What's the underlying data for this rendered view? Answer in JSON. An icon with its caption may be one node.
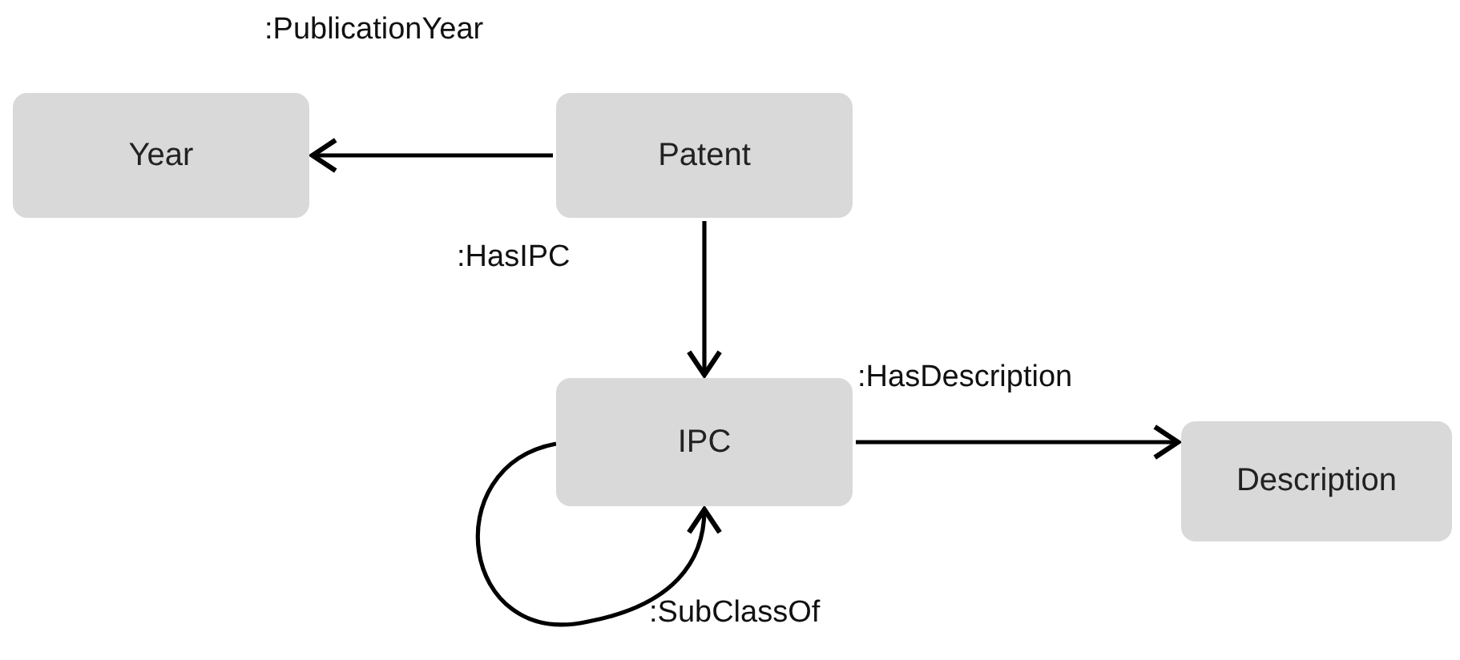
{
  "diagram": {
    "nodes": [
      {
        "text": [
          "Year"
        ]
      },
      {
        "text": [
          "Patent"
        ]
      },
      {
        "text": [
          "IPC"
        ]
      },
      {
        "text": [
          "Description"
        ]
      }
    ],
    "edges": [
      {
        "from": 1,
        "to": 0,
        "arrow": "to",
        "label": ":PublicationYear"
      },
      {
        "from": 1,
        "to": 2,
        "arrow": "to",
        "label": ":HasIPC"
      },
      {
        "from": 2,
        "to": 3,
        "arrow": "to",
        "label": ":HasDescription"
      },
      {
        "from": 2,
        "to": 2,
        "arrow": "to",
        "label": ":SubClassOf"
      }
    ]
  }
}
